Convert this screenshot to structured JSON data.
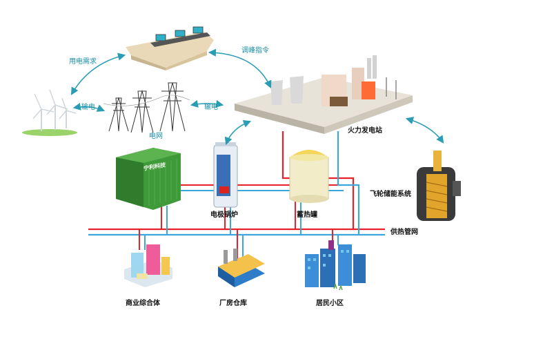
{
  "labels": {
    "power_demand": "用电需求",
    "peak_command": "调峰指令",
    "transmission_left": "输电",
    "transmission_right": "输电",
    "grid": "电网",
    "thermal_plant": "火力发电站",
    "electrode_boiler": "电极锅炉",
    "heat_tank": "蓄热罐",
    "flywheel": "飞轮储能系统",
    "heat_network": "供热管网",
    "commercial": "商业综合体",
    "factory": "厂房仓库",
    "residential": "居民小区",
    "container_brand": "宁利科技"
  },
  "colors": {
    "supply_pipe": "#e8202a",
    "return_pipe": "#3aa6dc",
    "arrow": "#2a9db5",
    "container": "#3f9b3a"
  }
}
